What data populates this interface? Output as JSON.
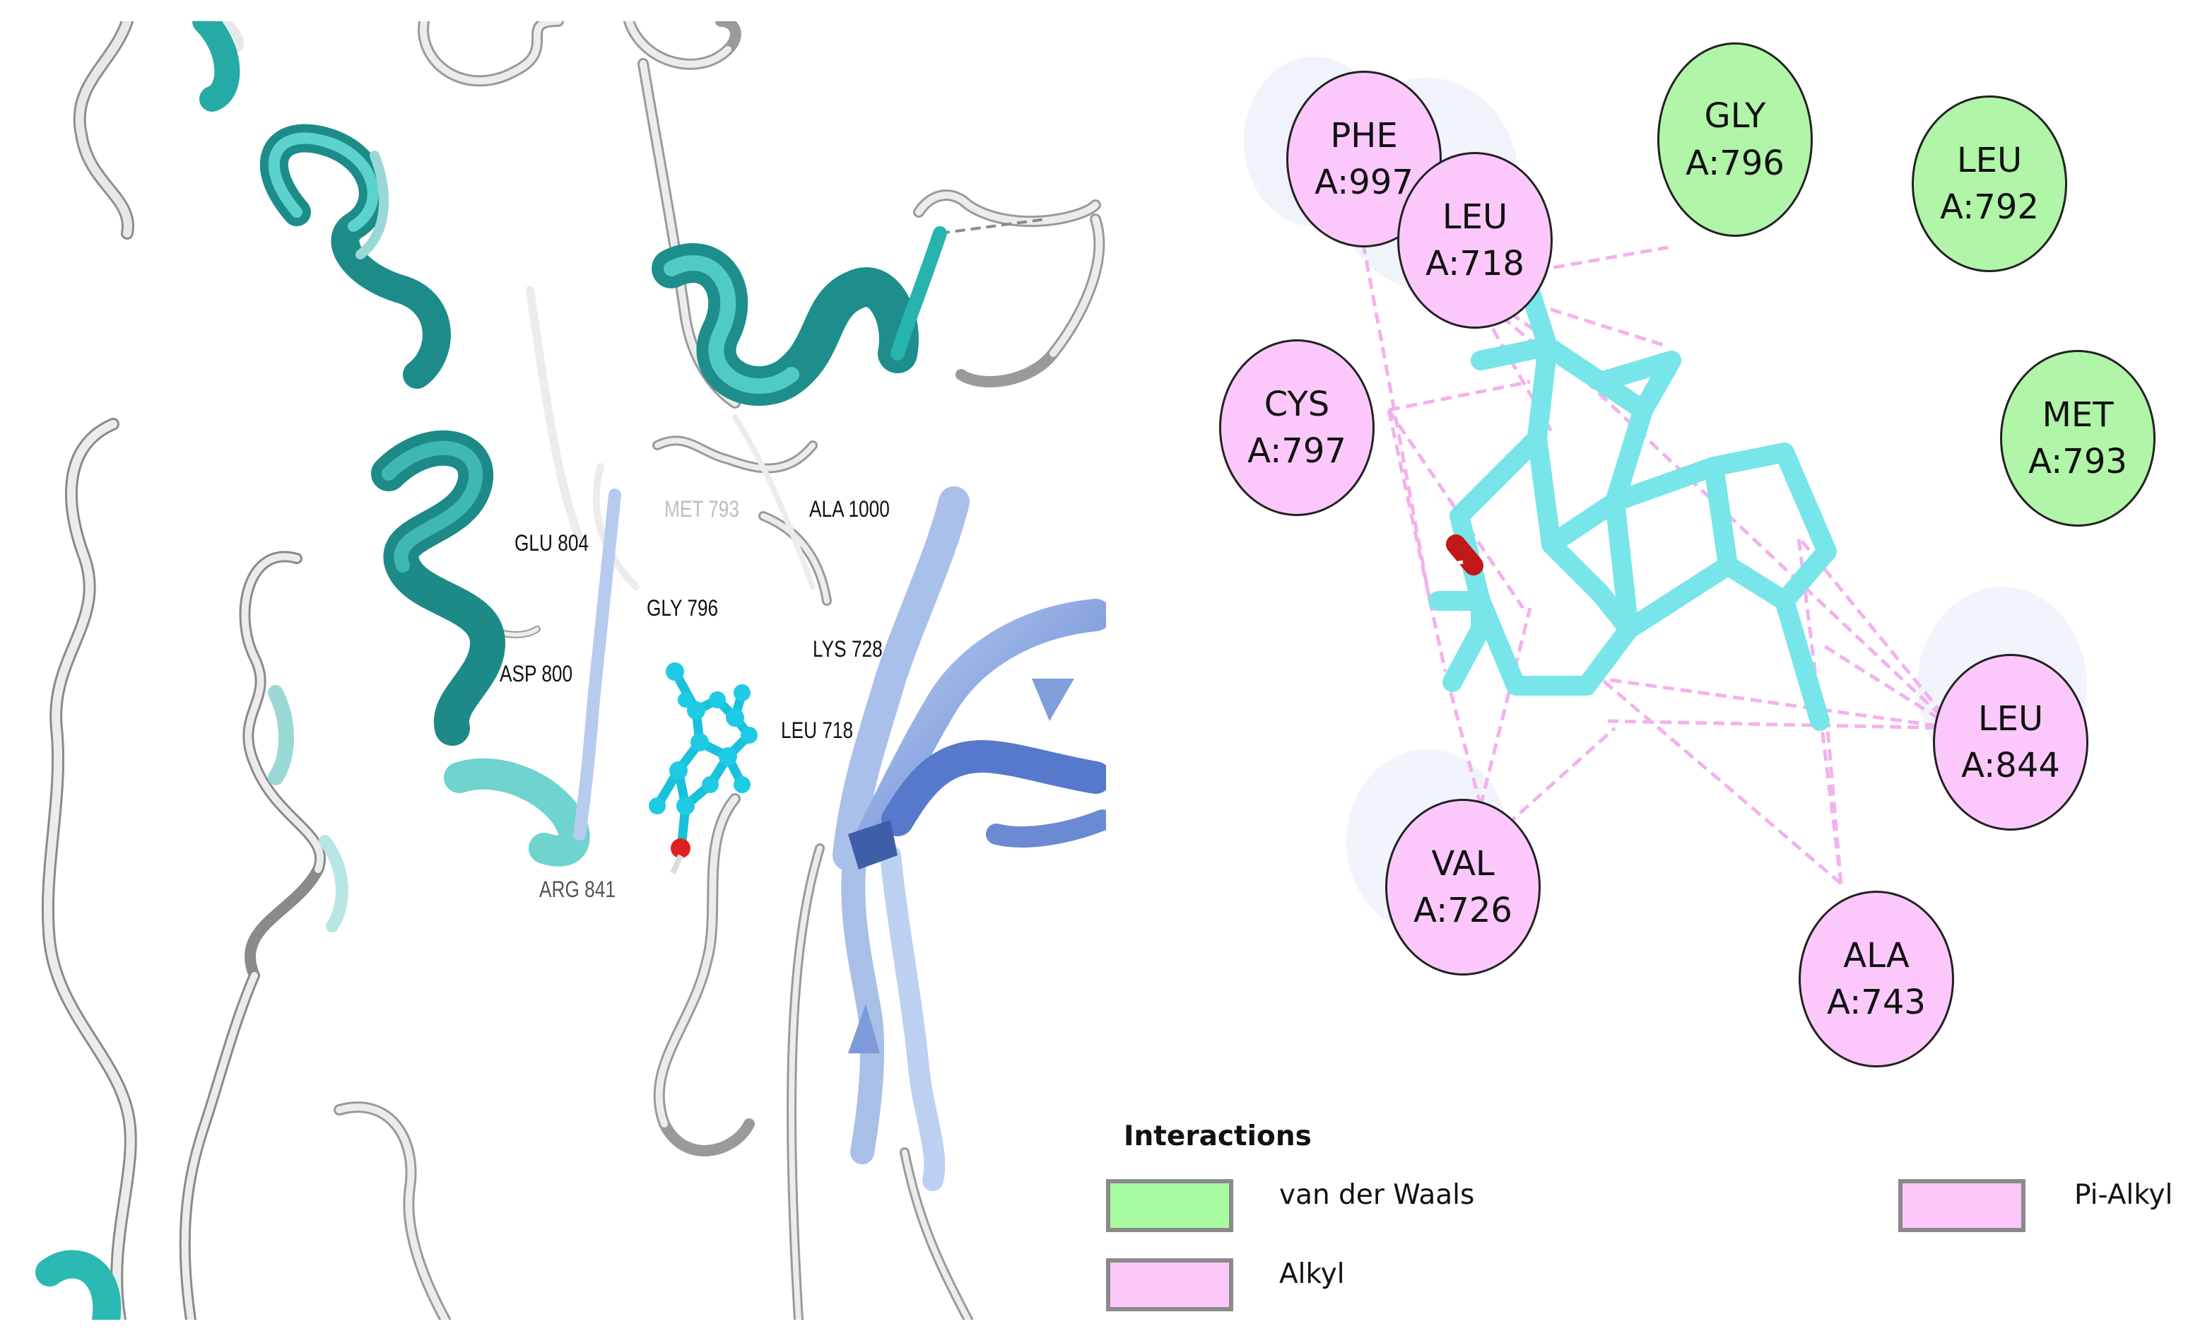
{
  "structure_view": {
    "residue_labels": [
      {
        "id": "glu804",
        "text": "GLU 804",
        "style": "dark"
      },
      {
        "id": "met793",
        "text": "MET 793",
        "style": "faded"
      },
      {
        "id": "ala1000",
        "text": "ALA 1000",
        "style": "dark"
      },
      {
        "id": "gly796",
        "text": "GLY 796",
        "style": "dark"
      },
      {
        "id": "lys728",
        "text": "LYS 728",
        "style": "dark"
      },
      {
        "id": "asp800",
        "text": "ASP 800",
        "style": "dark"
      },
      {
        "id": "leu718",
        "text": "LEU 718",
        "style": "dark"
      },
      {
        "id": "arg841",
        "text": "ARG 841",
        "style": "grey"
      }
    ],
    "colors": {
      "helix_dark": "#1f8f8c",
      "helix_light": "#6fd8d6",
      "coil": "#e3e3e3",
      "sheet_light": "#a9c3ee",
      "sheet_dark": "#4f72c8",
      "ligand": "#22c8e0",
      "oxygen": "#e02020"
    }
  },
  "interaction_diagram": {
    "residues": [
      {
        "id": "phe997",
        "name": "PHE",
        "number": "A:997",
        "type": "alkyl"
      },
      {
        "id": "leu718",
        "name": "LEU",
        "number": "A:718",
        "type": "alkyl"
      },
      {
        "id": "gly796",
        "name": "GLY",
        "number": "A:796",
        "type": "vdw"
      },
      {
        "id": "leu792",
        "name": "LEU",
        "number": "A:792",
        "type": "vdw"
      },
      {
        "id": "cys797",
        "name": "CYS",
        "number": "A:797",
        "type": "alkyl"
      },
      {
        "id": "met793",
        "name": "MET",
        "number": "A:793",
        "type": "vdw"
      },
      {
        "id": "leu844",
        "name": "LEU",
        "number": "A:844",
        "type": "alkyl"
      },
      {
        "id": "val726",
        "name": "VAL",
        "number": "A:726",
        "type": "alkyl"
      },
      {
        "id": "ala743",
        "name": "ALA",
        "number": "A:743",
        "type": "alkyl"
      }
    ],
    "colors": {
      "alkyl": "#fcc8fb",
      "vdw": "#b0f5a8",
      "ligand": "#76e3e8",
      "oxygen": "#d42020",
      "interaction_line": "#f4b4ee"
    }
  },
  "legend": {
    "title": "Interactions",
    "items": [
      {
        "id": "vdw",
        "label": "van der Waals",
        "color": "#a6fba1"
      },
      {
        "id": "alkyl",
        "label": "Alkyl",
        "color": "#fbc8f8"
      },
      {
        "id": "pi-alkyl",
        "label": "Pi-Alkyl",
        "color": "#fbc8f8"
      }
    ]
  }
}
